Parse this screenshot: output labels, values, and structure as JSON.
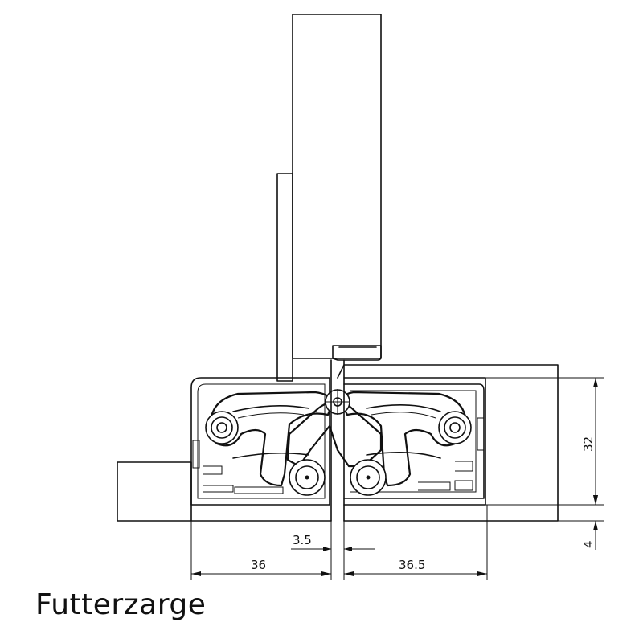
{
  "caption": "Futterzarge",
  "dimensions": {
    "gap": "3.5",
    "left_width": "36",
    "right_width": "36.5",
    "body_height": "32",
    "offset": "4"
  },
  "colors": {
    "line": "#111111",
    "background": "#ffffff"
  }
}
